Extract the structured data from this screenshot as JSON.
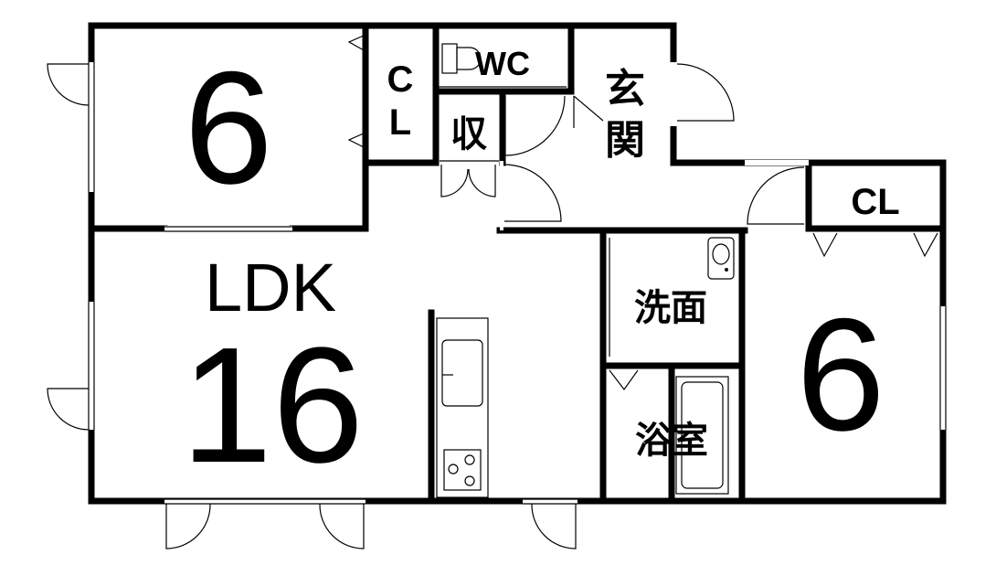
{
  "rooms": {
    "bedroom_west": {
      "size": "6"
    },
    "closet_west": {
      "label_top": "C",
      "label_bottom": "L"
    },
    "toilet": {
      "label": "WC"
    },
    "storage": {
      "label": "収"
    },
    "entrance": {
      "label_top": "玄",
      "label_bottom": "関"
    },
    "closet_east": {
      "label": "CL"
    },
    "ldk": {
      "label": "LDK",
      "size": "16"
    },
    "washroom": {
      "label": "洗面"
    },
    "bathroom": {
      "label": "浴室"
    },
    "bedroom_east": {
      "size": "6"
    }
  },
  "colors": {
    "wall": "#000000",
    "background": "#ffffff"
  }
}
